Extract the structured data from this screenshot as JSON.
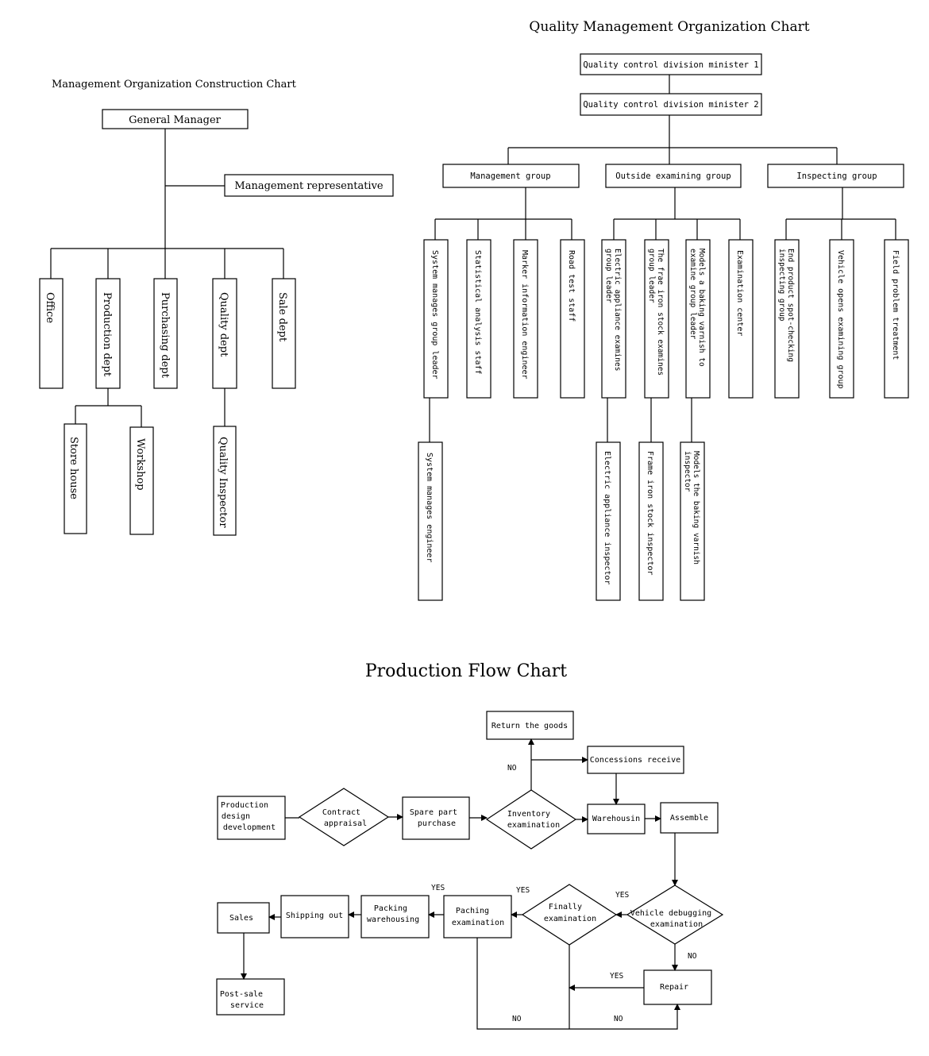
{
  "management_chart": {
    "title": "Management Organization Construction Chart",
    "general_manager": "General Manager",
    "representative": "Management representative",
    "departments": [
      "Office",
      "Production dept",
      "Purchasing dept",
      "Quality dept",
      "Sale dept"
    ],
    "production_children": [
      "Store house",
      "Workshop"
    ],
    "quality_child": "Quality Inspector"
  },
  "quality_chart": {
    "title": "Quality Management Organization Chart",
    "minister1": "Quality control division minister 1",
    "minister2": "Quality control division minister 2",
    "groups": [
      "Management group",
      "Outside examining group",
      "Inspecting group"
    ],
    "management_members": [
      "System manages group leader",
      "Statistical analysis  staff",
      "Marker information engineer",
      "Road test staff"
    ],
    "outside_members": [
      "Electric appliance examines group leader",
      "The frae iron stock examines group leader",
      "Models a baking varnish to examine group leader",
      "Examination center"
    ],
    "inspecting_members": [
      "End product spot-checking inspecting group",
      "Vehicle opens examining group",
      "Field problem treatment"
    ],
    "sub_members": [
      "System manages engineer",
      "Electric appliance inspector",
      "Frame iron stock inspector",
      "Models the baking varnish inspector"
    ]
  },
  "flow_chart": {
    "title": "Production Flow Chart",
    "nodes": {
      "prod_design": "Production design development",
      "contract": "Contract appraisal",
      "spare": "Spare part purchase",
      "inventory": "Inventory examination",
      "return_goods": "Return the goods",
      "concessions": "Concessions receive",
      "warehousin": "Warehousin",
      "assemble": "Assemble",
      "vehicle_debug": "Vehicle debugging examination",
      "finally": "Finally examination",
      "paching": "Paching examination",
      "packing": "Packing warehousing",
      "shipping": "Shipping out",
      "sales": "Sales",
      "post_sale": "Post-sale service",
      "repair": "Repair"
    },
    "labels": {
      "no": "NO",
      "yes": "YES"
    }
  }
}
